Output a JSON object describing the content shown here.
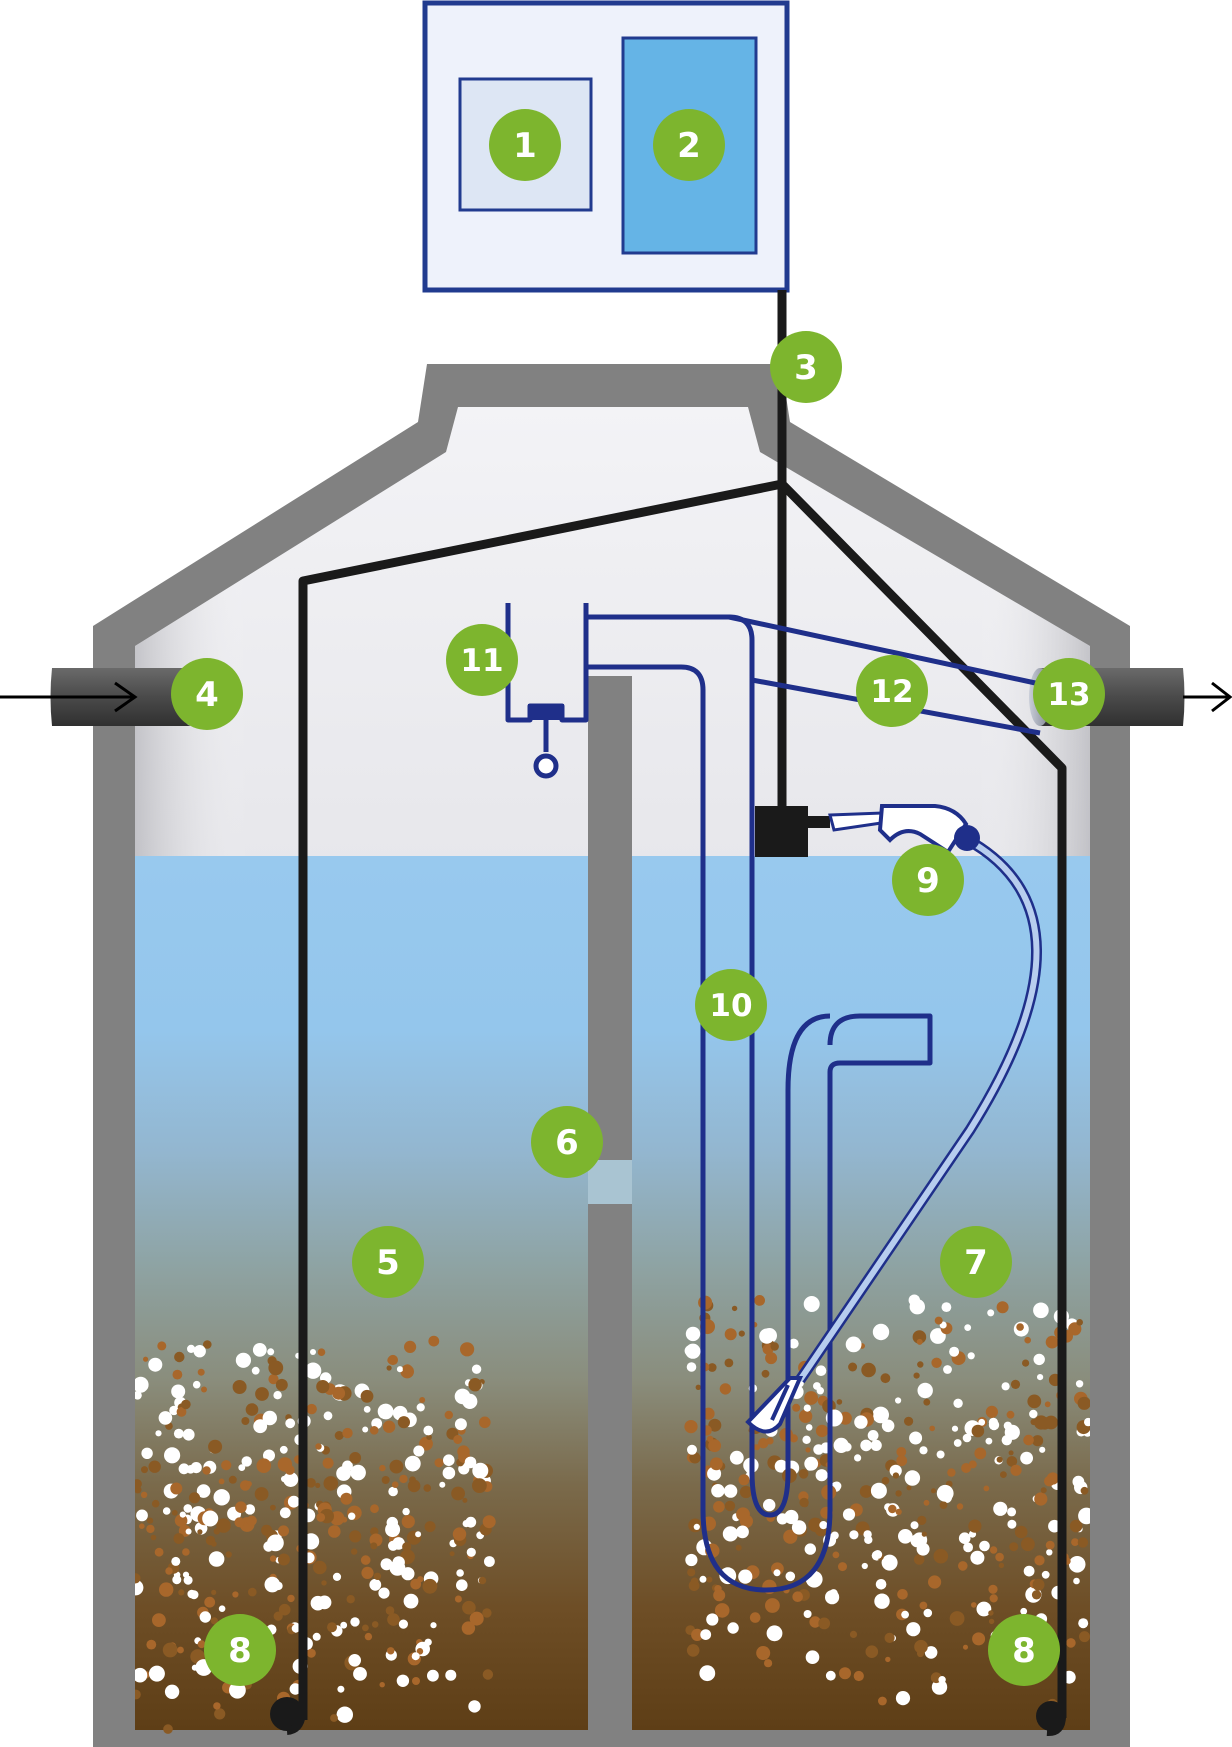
{
  "colors": {
    "tank_wall": "#818181",
    "badge_green": "#7db52e",
    "pipe_blue": "#1f2f8a",
    "water_blue": "#98c9ee",
    "panel_border": "#213b8f",
    "panel_fill": "#eef2fb",
    "panel_right_fill": "#65b4e6",
    "sludge_brown": "#6e4a1e",
    "cable": "#1a1a1a"
  },
  "labels": {
    "l1": "1",
    "l2": "2",
    "l3": "3",
    "l4": "4",
    "l5": "5",
    "l6": "6",
    "l7": "7",
    "l8a": "8",
    "l8b": "8",
    "l9": "9",
    "l10": "10",
    "l11": "11",
    "l12": "12",
    "l13": "13"
  },
  "icons": {
    "inlet_arrow": "arrow-right-icon",
    "outlet_arrow": "arrow-right-icon"
  }
}
